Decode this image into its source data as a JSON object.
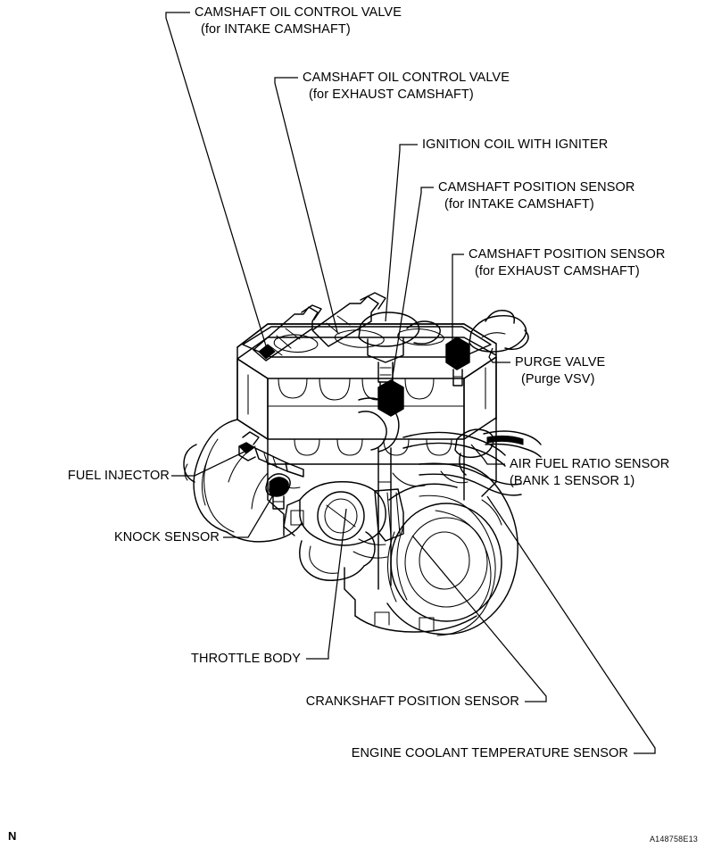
{
  "figure": {
    "title": "Engine component location diagram",
    "corner_mark": "N",
    "figure_code": "A148758E13",
    "line_color": "#000000",
    "background_color": "#ffffff"
  },
  "callouts": [
    {
      "id": "camshaft-oil-control-valve-intake",
      "line1": "CAMSHAFT OIL CONTROL VALVE",
      "line2": "(for INTAKE CAMSHAFT)"
    },
    {
      "id": "camshaft-oil-control-valve-exhaust",
      "line1": "CAMSHAFT OIL CONTROL VALVE",
      "line2": "(for EXHAUST CAMSHAFT)"
    },
    {
      "id": "ignition-coil-with-igniter",
      "line1": "IGNITION COIL WITH IGNITER",
      "line2": ""
    },
    {
      "id": "camshaft-position-sensor-intake",
      "line1": "CAMSHAFT POSITION SENSOR",
      "line2": "(for INTAKE CAMSHAFT)"
    },
    {
      "id": "camshaft-position-sensor-exhaust",
      "line1": "CAMSHAFT POSITION SENSOR",
      "line2": "(for EXHAUST CAMSHAFT)"
    },
    {
      "id": "purge-valve",
      "line1": "PURGE VALVE",
      "line2": "(Purge VSV)"
    },
    {
      "id": "air-fuel-ratio-sensor",
      "line1": "AIR FUEL RATIO SENSOR",
      "line2": "(BANK 1 SENSOR 1)"
    },
    {
      "id": "fuel-injector",
      "line1": "FUEL INJECTOR",
      "line2": ""
    },
    {
      "id": "knock-sensor",
      "line1": "KNOCK SENSOR",
      "line2": ""
    },
    {
      "id": "throttle-body",
      "line1": "THROTTLE BODY",
      "line2": ""
    },
    {
      "id": "crankshaft-position-sensor",
      "line1": "CRANKSHAFT POSITION SENSOR",
      "line2": ""
    },
    {
      "id": "engine-coolant-temperature-sensor",
      "line1": "ENGINE COOLANT TEMPERATURE SENSOR",
      "line2": ""
    }
  ]
}
